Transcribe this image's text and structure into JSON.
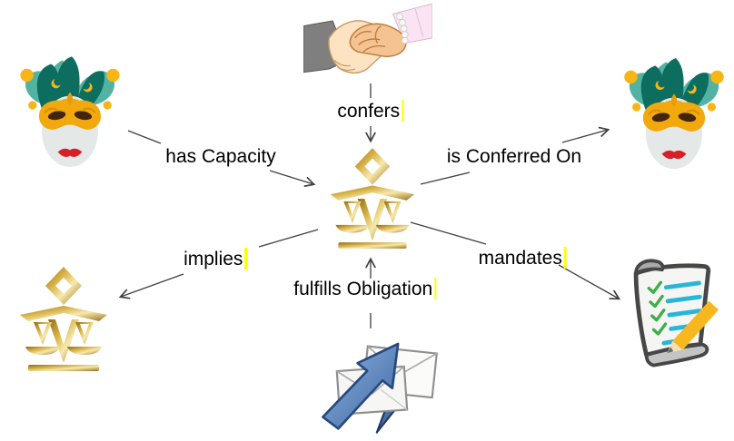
{
  "diagram": {
    "nodes": [
      {
        "id": "party-left",
        "icon": "jester-mask-icon"
      },
      {
        "id": "agreement",
        "icon": "handshake-icon"
      },
      {
        "id": "party-right",
        "icon": "jester-mask-icon"
      },
      {
        "id": "right-center",
        "icon": "scales-of-justice-icon"
      },
      {
        "id": "right-implied",
        "icon": "scales-of-justice-icon"
      },
      {
        "id": "message",
        "icon": "send-mail-envelopes-icon"
      },
      {
        "id": "obligation",
        "icon": "checklist-scroll-icon"
      }
    ],
    "edges": [
      {
        "label": "confers",
        "from": "agreement",
        "to": "right-center",
        "text_cursor": true
      },
      {
        "label": "has Capacity",
        "from": "party-left",
        "to": "right-center",
        "text_cursor": false
      },
      {
        "label": "is Conferred On",
        "from": "right-center",
        "to": "party-right",
        "text_cursor": false
      },
      {
        "label": "implies",
        "from": "right-center",
        "to": "right-implied",
        "text_cursor": true
      },
      {
        "label": "mandates",
        "from": "right-center",
        "to": "obligation",
        "text_cursor": true
      },
      {
        "label": "fulfills Obligation",
        "from": "message",
        "to": "right-center",
        "text_cursor": true
      }
    ]
  },
  "colors": {
    "arrow": "#404040",
    "label_text": "#000000",
    "text_cursor": "#ffff00",
    "gold_dark": "#8f6a14",
    "gold_light": "#f7e9ac",
    "mask_teal_dark": "#0d6e60",
    "mask_teal_light": "#53b3a2",
    "mask_gold": "#f2a90d",
    "mask_lips_red": "#d81f26",
    "envelope_arrow_blue": "#4a79b8",
    "check_green": "#3cae4a",
    "list_line_blue": "#29b5d8",
    "pencil_yellow": "#f6b81e",
    "sleeve_gray": "#7f7f7f",
    "sleeve_pink": "#fae3f2"
  }
}
